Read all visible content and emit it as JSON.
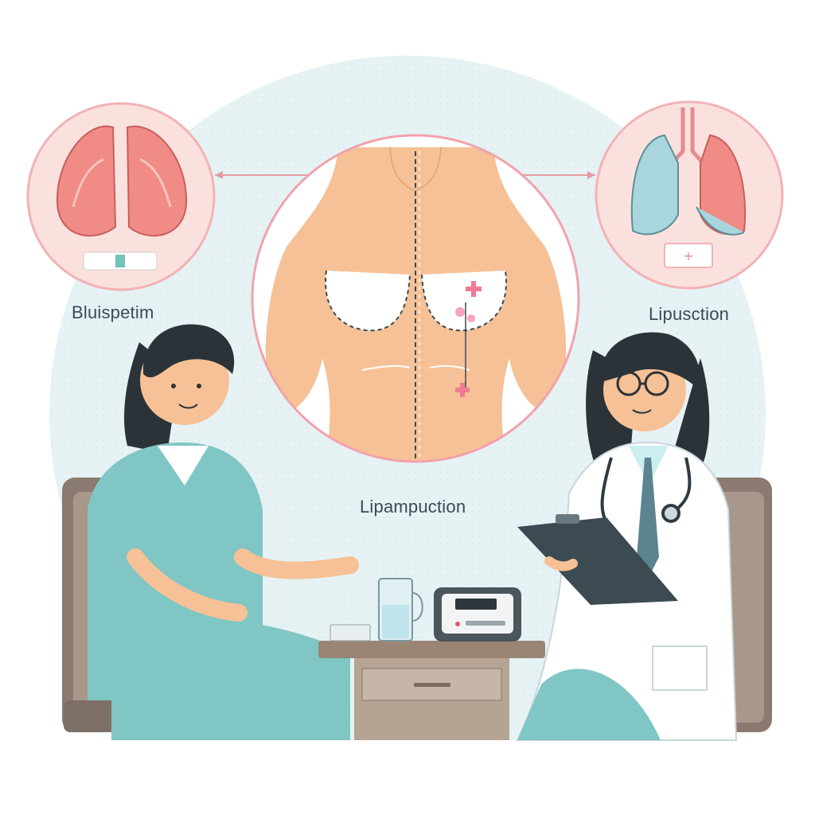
{
  "labels": {
    "left": "Bluispetim",
    "right": "Lipusction",
    "center": "Lipampuction"
  },
  "colors": {
    "background_circle": "#e6f2f4",
    "inset_pink": "#fbe1de",
    "inset_border": "#f2b2b6",
    "skin": "#f6c196",
    "scrubs": "#7fc6c4",
    "coat": "#ffffff",
    "chair": "#8a7a70",
    "desk": "#9a8575",
    "clipboard": "#3c4a52"
  },
  "icons": [
    "breast-tissue-icon",
    "lungs-icon",
    "plus-cross-icon",
    "stethoscope-icon",
    "water-glass-icon",
    "blood-pressure-monitor-icon",
    "clipboard-icon"
  ]
}
